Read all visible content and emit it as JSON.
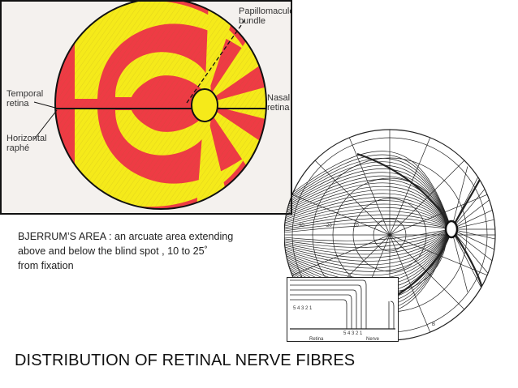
{
  "figure_top": {
    "labels": {
      "papillomacular": "Papillomacule bundle",
      "papillomacular_line1": "Papillomacule",
      "papillomacular_line2": "bundle",
      "temporal_line1": "Temporal",
      "temporal_line2": "retina",
      "horizontal_line1": "Horizontal",
      "horizontal_line2": "raphé",
      "nasal_line1": "Nasal",
      "nasal_line2": "retina"
    },
    "colors": {
      "red": "#EE3B44",
      "yellow": "#F5EA1A",
      "outline": "#111111"
    }
  },
  "caption": {
    "line1": "BJERRUM’S AREA : an arcuate area extending",
    "line2": "above and below the blind spot , 10 to 25˚",
    "line3": "from fixation"
  },
  "figure_right": {
    "scale_labels": [
      "30",
      "20",
      "10"
    ],
    "bottom_label": "B"
  },
  "figure_inset": {
    "left_numbers": "5 4 3 2 1",
    "right_numbers": "5 4 3 2 1",
    "retina_label": "Retina",
    "nerve_label": "Nerve"
  },
  "slide_title": "DISTRIBUTION OF RETINAL NERVE FIBRES"
}
